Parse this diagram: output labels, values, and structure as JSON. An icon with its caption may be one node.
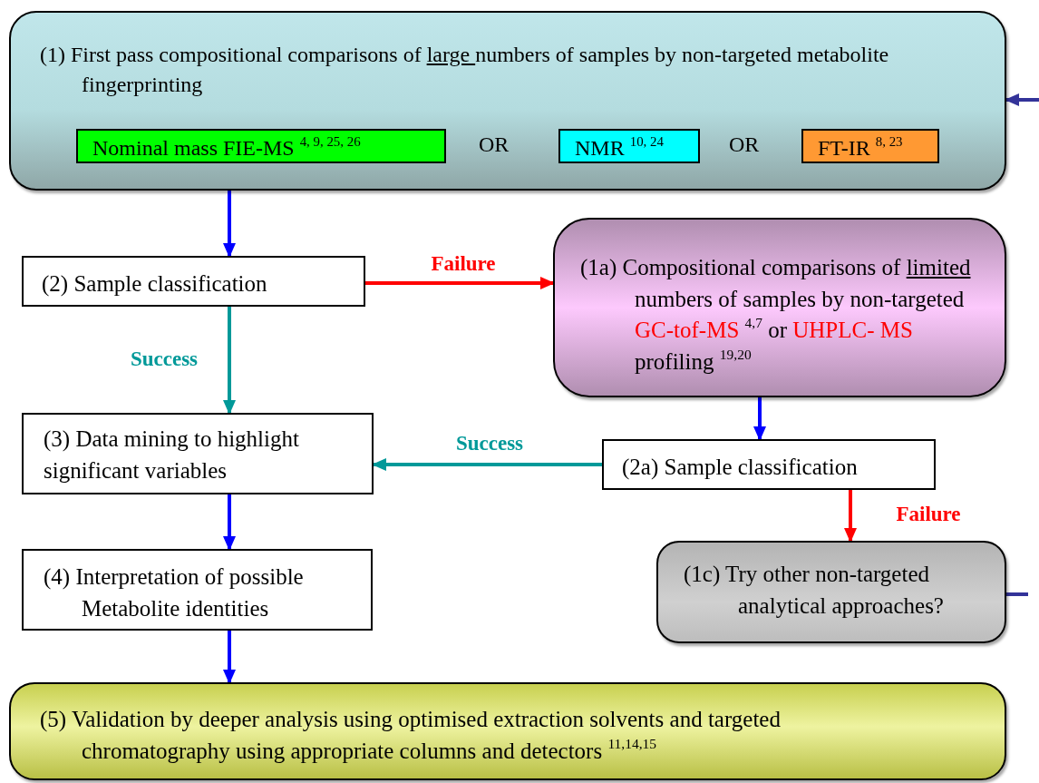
{
  "diagram": {
    "nodes": [
      {
        "text": [
          "(1) First pass compositional comparisons of",
          "large",
          "numbers of samples by non-targeted metabolite fingerprinting"
        ]
      },
      {
        "text": [
          "Nominal mass FIE-MS $^{4, 9, 25, 26}$"
        ],
        "in": 0
      },
      {
        "text": [
          "NMR $^{10, 24}$"
        ],
        "in": 0
      },
      {
        "text": [
          "FT-IR $^{8, 23}$"
        ],
        "in": 0
      },
      {
        "text": [
          "(2) Sample classification"
        ]
      },
      {
        "text": [
          "(1a) Compositional comparisons of",
          "limited",
          "numbers of samples by non-targeted",
          "GC-tof-MS",
          "$^{4,7}$ or",
          "UHPLC- MS",
          "profiling $^{19,20}$"
        ]
      },
      {
        "text": [
          "(3) Data mining to highlight significant variables"
        ]
      },
      {
        "text": [
          "(2a)  Sample classification"
        ]
      },
      {
        "text": [
          "(4) Interpretation of possible Metabolite identities"
        ]
      },
      {
        "text": [
          "(1c) Try other non-targeted analytical approaches?"
        ]
      },
      {
        "text": [
          "(5) Validation by deeper analysis  using optimised extraction solvents and targeted chromatography using appropriate columns and detectors $^{11,14,15}$"
        ]
      }
    ],
    "edges": [
      {
        "from": 0,
        "to": 4,
        "arrow": "to"
      },
      {
        "from": 4,
        "to": 5,
        "arrow": "to",
        "label": "Failure",
        "color": "#ff0000"
      },
      {
        "from": 4,
        "to": 6,
        "arrow": "to",
        "label": "Success",
        "color": "#009999"
      },
      {
        "from": 5,
        "to": 7,
        "arrow": "to"
      },
      {
        "from": 7,
        "to": 6,
        "arrow": "to",
        "label": "Success",
        "color": "#009999"
      },
      {
        "from": 7,
        "to": 9,
        "arrow": "to",
        "label": "Failure",
        "color": "#ff0000"
      },
      {
        "from": 6,
        "to": 8,
        "arrow": "to"
      },
      {
        "from": 8,
        "to": 10,
        "arrow": "to"
      },
      {
        "from": null,
        "to": 0,
        "arrow": "to",
        "color": "#333399"
      },
      {
        "from": 9,
        "to": null,
        "arrow": "none",
        "color": "#333399"
      }
    ],
    "labels": [
      "OR",
      "OR"
    ]
  }
}
